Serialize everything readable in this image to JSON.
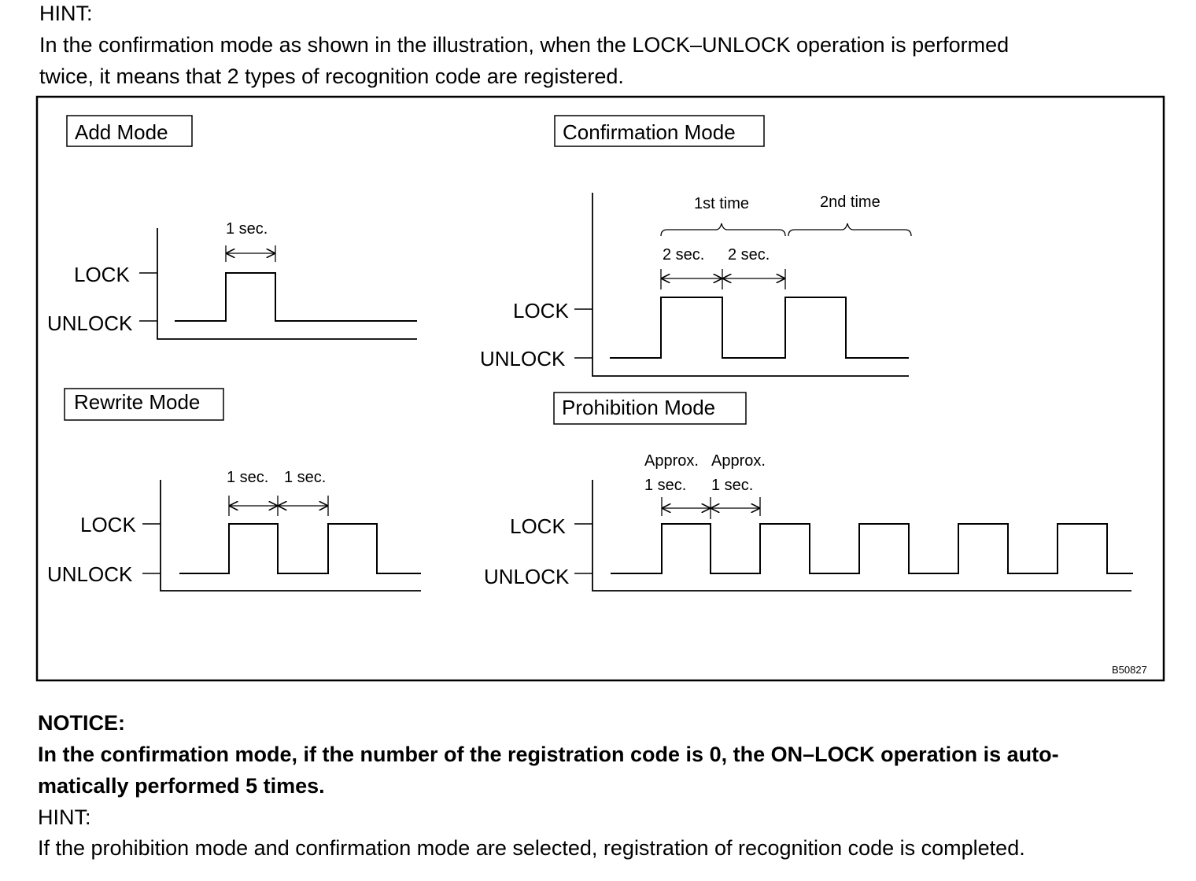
{
  "text": {
    "hint_heading": "HINT:",
    "hint_line1": "In the confirmation mode as shown in the illustration, when the LOCK–UNLOCK operation is performed",
    "hint_line2": "twice, it means that 2 types of recognition code are registered.",
    "notice_heading": "NOTICE:",
    "notice_line1": "In the confirmation mode, if the number of the registration code is 0, the ON–LOCK operation is auto-",
    "notice_line2": "matically performed 5 times.",
    "hint2_heading": "HINT:",
    "hint2_line": "If the prohibition mode and confirmation mode are selected, registration of recognition code is completed."
  },
  "figure": {
    "code": "B50827",
    "lock_label": "LOCK",
    "unlock_label": "UNLOCK",
    "add_mode": {
      "title": "Add Mode",
      "interval_label": "1 sec."
    },
    "rewrite_mode": {
      "title": "Rewrite Mode",
      "interval_1": "1 sec.",
      "interval_2": "1 sec."
    },
    "confirmation_mode": {
      "title": "Confirmation Mode",
      "group_1": "1st time",
      "group_2": "2nd time",
      "interval_1": "2 sec.",
      "interval_2": "2 sec."
    },
    "prohibition_mode": {
      "title": "Prohibition Mode",
      "approx_1": "Approx.",
      "approx_2": "Approx.",
      "interval_1": "1 sec.",
      "interval_2": "1 sec."
    }
  }
}
